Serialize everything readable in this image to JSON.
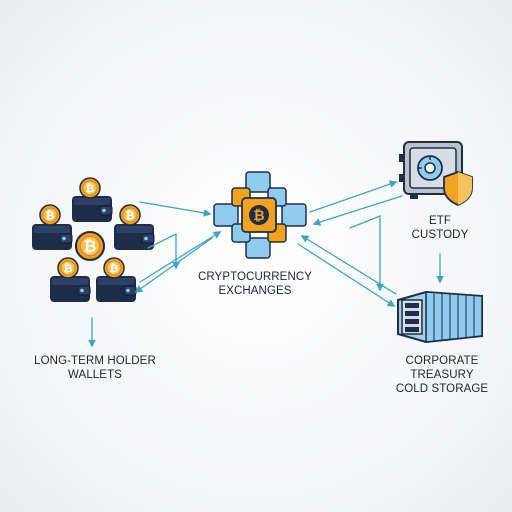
{
  "nodes": {
    "holders": {
      "line1": "LONG-TERM HOLDER",
      "line2": "WALLETS",
      "icon": "wallets-with-bitcoin-coins-icon"
    },
    "exchanges": {
      "line1": "CRYPTOCURRENCY",
      "line2": "EXCHANGES",
      "icon": "exchange-network-hub-icon"
    },
    "etf": {
      "line1": "ETF",
      "line2": "CUSTODY",
      "icon": "vault-with-shield-icon"
    },
    "treasury": {
      "line1": "CORPORATE",
      "line2": "TREASURY",
      "line3": "COLD STORAGE",
      "icon": "shipping-container-storage-icon"
    }
  },
  "colors": {
    "arrow": "#3aa6c6",
    "navy": "#1e2e4a",
    "coin": "#f2a21f",
    "coin_light": "#f7c25a",
    "block_blue": "#8ecbec",
    "block_orange": "#f2a21f",
    "container_blue": "#a9cde6",
    "vault_gray": "#b9c1cb",
    "shield_orange": "#f2a21f"
  }
}
